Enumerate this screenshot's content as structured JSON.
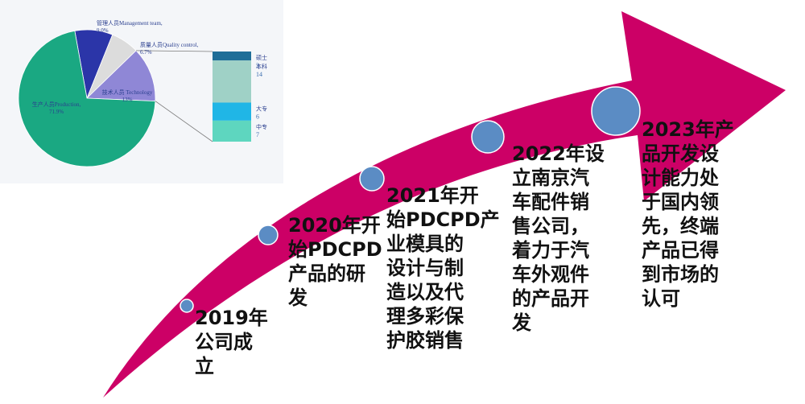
{
  "chart_data": {
    "type": "pie",
    "slices": [
      {
        "label": "生产人员Production,",
        "value": 71.9,
        "value_label": "71.9%",
        "color": "#1aa882"
      },
      {
        "label": "管理人员Management team,",
        "value": 9.0,
        "value_label": "9.0%",
        "color": "#2b35a8"
      },
      {
        "label": "质量人员Quality control,",
        "value": 6.7,
        "value_label": "6.7%",
        "color": "#dcdcdc"
      },
      {
        "label": "技术人员 Technology",
        "value": 13,
        "value_label": "13%",
        "color": "#8f87d6"
      }
    ],
    "breakdown": {
      "of": "技术人员 Technology",
      "items": [
        {
          "label": "硕士",
          "value": 3,
          "color": "#1f6e98"
        },
        {
          "label": "本科",
          "value": 14,
          "color": "#9fd1c6"
        },
        {
          "label": "大专",
          "value": 6,
          "color": "#20b6e6"
        },
        {
          "label": "中专",
          "value": 7,
          "color": "#5ed6bf"
        }
      ]
    }
  },
  "milestones": [
    {
      "text": "2019年\n公司成\n立"
    },
    {
      "text": "2020年开\n始PDCPD\n产品的研\n发"
    },
    {
      "text": "2021年开\n始PDCPD产\n业模具的\n设计与制\n造以及代\n理多彩保\n护胶销售"
    },
    {
      "text": "2022年设\n立南京汽\n车配件销\n售公司，\n着力于汽\n车外观件\n的产品开\n发"
    },
    {
      "text": "2023年产\n品开发设\n计能力处\n于国内领\n先，终端\n产品已得\n到市场的\n认可"
    }
  ],
  "colors": {
    "arrow": "#cc0066",
    "dot": "#5b8cc4",
    "dot_stroke": "#ffffff"
  }
}
